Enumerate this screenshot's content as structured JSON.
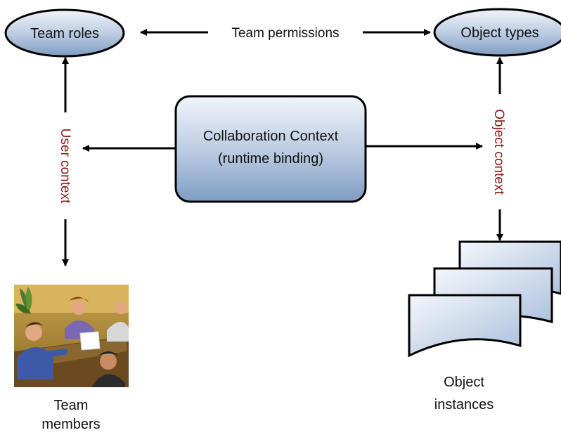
{
  "nodes": {
    "team_roles": "Team roles",
    "object_types": "Object types",
    "context_line1": "Collaboration Context",
    "context_line2": "(runtime binding)"
  },
  "edges": {
    "team_permissions": "Team permissions",
    "user_context": "User context",
    "object_context": "Object context"
  },
  "captions": {
    "team_members_line1": "Team",
    "team_members_line2": "members",
    "object_instances_line1": "Object",
    "object_instances_line2": "instances"
  },
  "colors": {
    "node_fill_top": "#eef2f8",
    "node_fill_bottom": "#7f9cc4",
    "edge_label_red": "#8b1a1a"
  }
}
